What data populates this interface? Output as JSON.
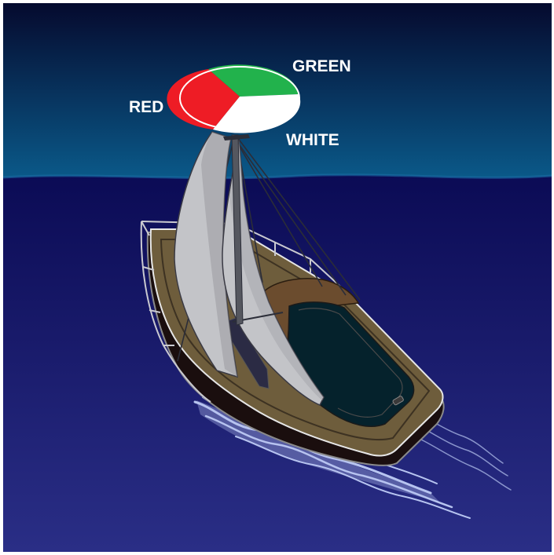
{
  "labels": {
    "green": "GREEN",
    "red": "RED",
    "white": "WHITE"
  },
  "colors": {
    "sky_top": "#050a2e",
    "sky_bottom": "#0a5a8a",
    "sea_top": "#0b0b55",
    "sea_bottom": "#2a2e86",
    "light_red": "#ee1c25",
    "light_green": "#22b24c",
    "light_white": "#ffffff",
    "sail": "#c3c4c8",
    "deck": "#6e5d3c",
    "hull": "#1a0e0e",
    "cabin": "#05222c",
    "wake": "#b7c4f0"
  }
}
